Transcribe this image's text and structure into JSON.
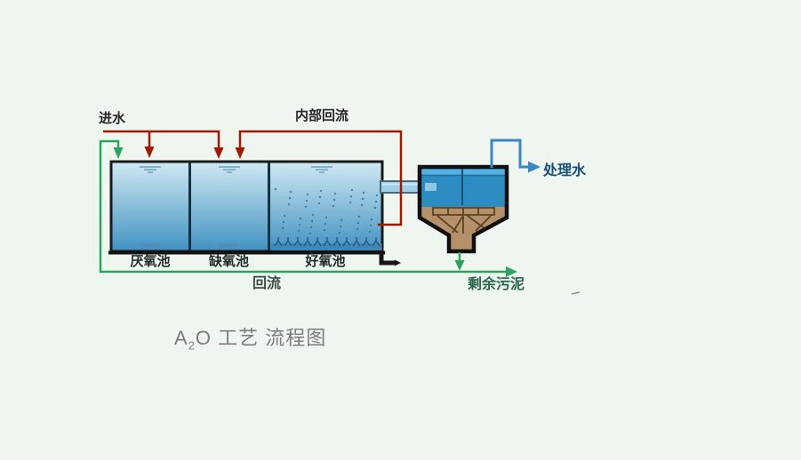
{
  "title": {
    "pre": "A",
    "sub": "2",
    "post": "O 工艺 流程图"
  },
  "streams": {
    "influent": "进水",
    "internal_recycle": "内部回流",
    "effluent": "处理水",
    "sludge_return": "回流",
    "excess_sludge": "剩余污泥"
  },
  "tanks": [
    {
      "id": "anaerobic",
      "label": "厌氧池"
    },
    {
      "id": "anoxic",
      "label": "缺氧池"
    },
    {
      "id": "aerobic",
      "label": "好氧池"
    }
  ],
  "colors": {
    "background": "#eff6f0",
    "flow_red": "#a51800",
    "flow_green": "#2aa45c",
    "flow_blue": "#3a86c6",
    "tank_water_top": "#cdeaf4",
    "tank_water_bottom": "#4191c3",
    "clarifier_surface": "#52b0e2",
    "clarifier_water": "#2d8cc2",
    "clarifier_sludge": "#b5916a",
    "label_dark": "#262626",
    "effluent_text": "#174f7c",
    "excess_sludge_text": "#2a6648",
    "title_gray": "#7b7b7b"
  }
}
